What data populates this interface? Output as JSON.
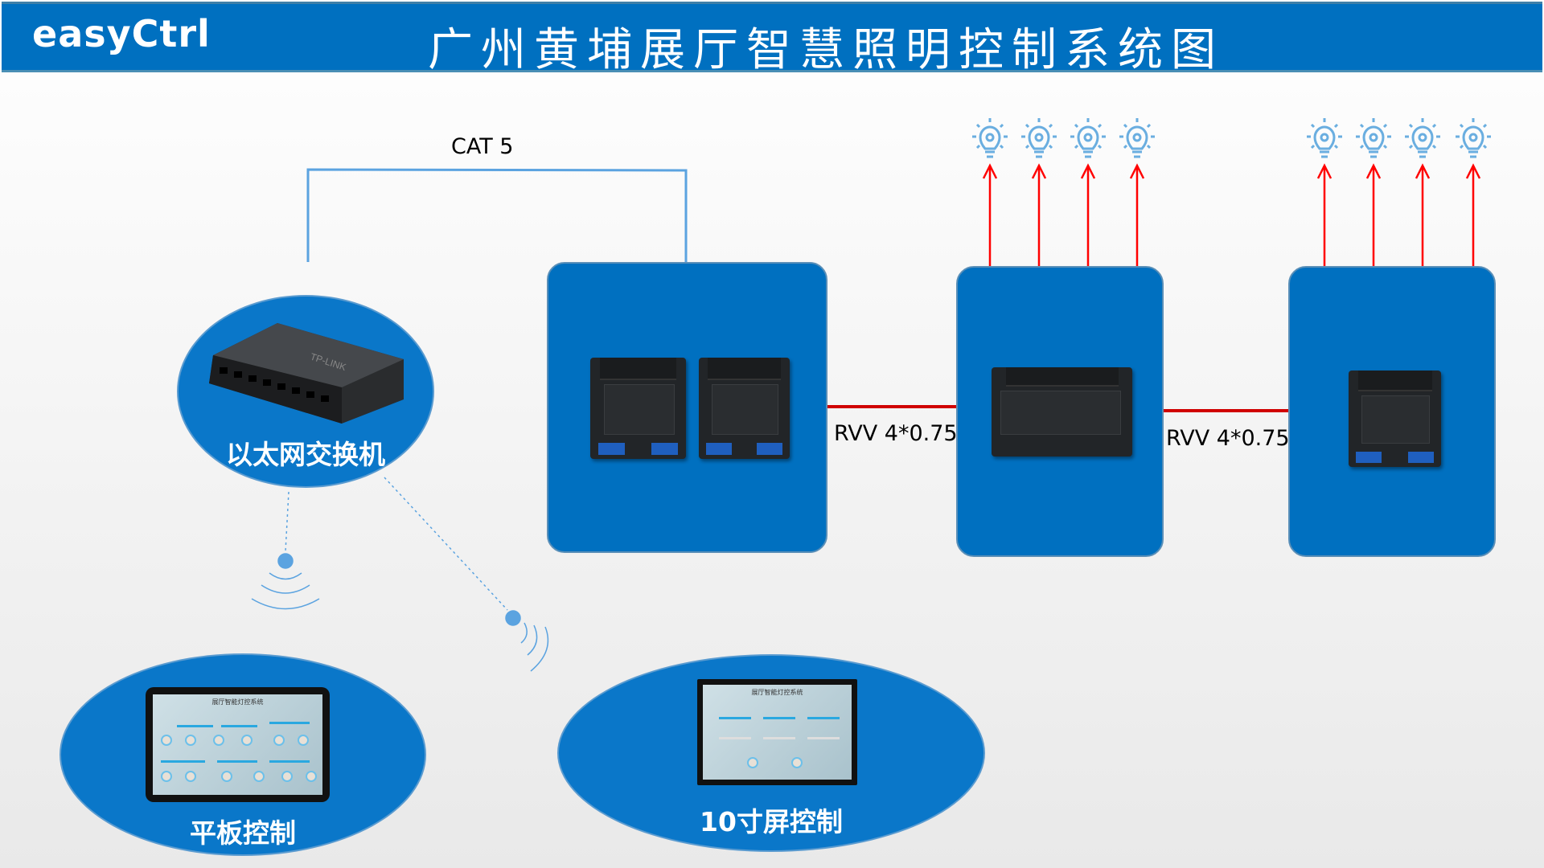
{
  "header": {
    "logo": "easyCtrl",
    "title": "广州黄埔展厅智慧照明控制系统图"
  },
  "links": {
    "cat5": "CAT 5",
    "rvv_1": "RVV 4*0.75",
    "rvv_2": "RVV 4*0.75"
  },
  "nodes": {
    "switch_label": "以太网交换机",
    "switch_brand": "TP-LINK",
    "tablet_label": "平板控制",
    "screen_label": "10寸屏控制",
    "app_title": "展厅智能灯控系统"
  },
  "colors": {
    "brand": "#0070c0",
    "power_line": "#ff0000",
    "network_line": "#5ba3e0"
  },
  "lamps": {
    "group_1_count": 4,
    "group_2_count": 4
  }
}
